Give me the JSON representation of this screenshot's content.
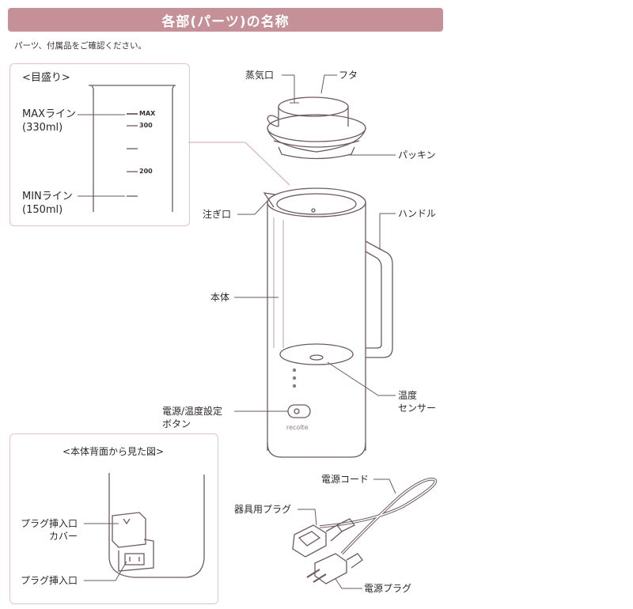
{
  "header": {
    "title": "各部(パーツ)の名称"
  },
  "intro": "パーツ、付属品をご確認ください。",
  "scale_box": {
    "title": "<目盛り>",
    "max_line": "MAXライン",
    "max_value": "(330ml)",
    "min_line": "MINライン",
    "min_value": "(150ml)",
    "tick_max": "MAX",
    "tick_300": "300",
    "tick_200": "200"
  },
  "back_box": {
    "title": "<本体背面から見た図>",
    "plug_cover_line1": "プラグ挿入口",
    "plug_cover_line2": "カバー",
    "plug_inlet": "プラグ挿入口"
  },
  "parts": {
    "steam_vent": "蒸気口",
    "lid": "フタ",
    "packing": "パッキン",
    "spout": "注ぎ口",
    "handle": "ハンドル",
    "body": "本体",
    "temp_sensor_line1": "温度",
    "temp_sensor_line2": "センサー",
    "power_button_line1": "電源/温度設定",
    "power_button_line2": "ボタン",
    "power_cord": "電源コード",
    "appliance_plug": "器具用プラグ",
    "power_plug": "電源プラグ"
  },
  "brand": "recolte",
  "colors": {
    "accent": "#c59097",
    "frame": "#e3c4c8",
    "line": "#6d5a5d"
  }
}
